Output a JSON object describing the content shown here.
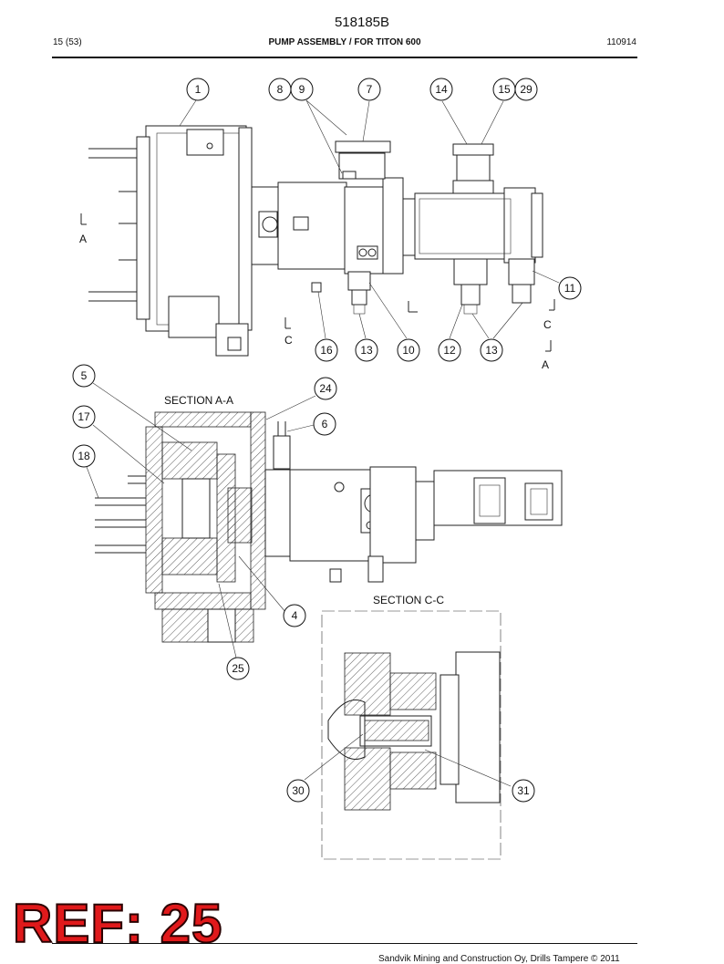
{
  "header": {
    "doc_number": "518185B",
    "page": "15 (53)",
    "title": "PUMP ASSEMBLY / FOR TITON 600",
    "date": "110914"
  },
  "drawing": {
    "section_labels": {
      "a_a": "SECTION A-A",
      "c_c": "SECTION C-C"
    },
    "view_markers": [
      "A",
      "A",
      "C",
      "C"
    ],
    "callouts": [
      "1",
      "8",
      "9",
      "7",
      "14",
      "15",
      "29",
      "11",
      "16",
      "13",
      "10",
      "12",
      "13",
      "5",
      "24",
      "6",
      "17",
      "18",
      "4",
      "25",
      "30",
      "31"
    ]
  },
  "footer": {
    "text": "Sandvik Mining and Construction Oy, Drills Tampere © 2011"
  },
  "overlay": {
    "ref_label": "REF: 25"
  }
}
